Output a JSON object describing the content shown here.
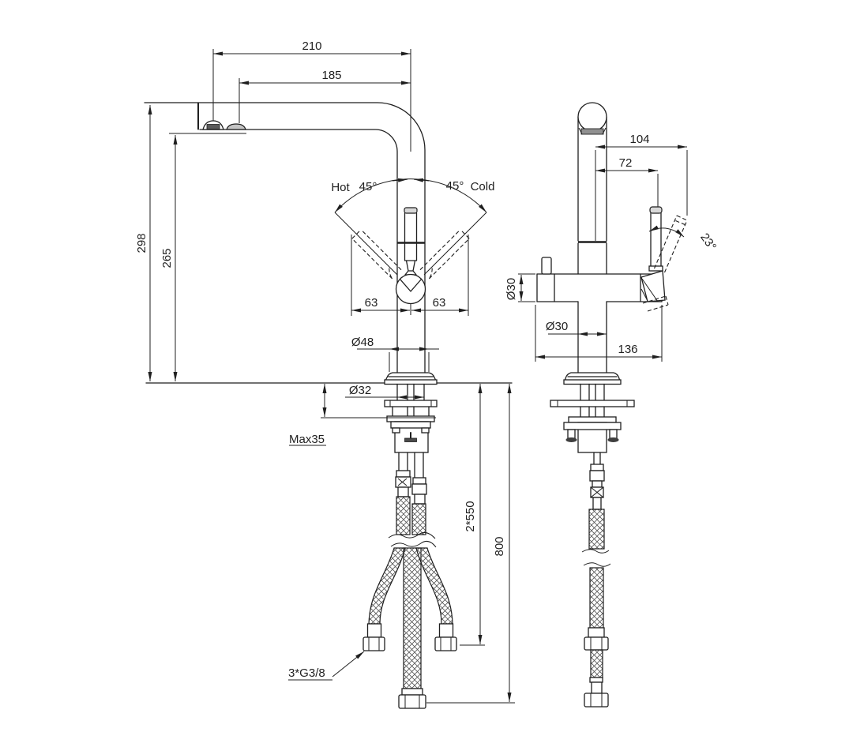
{
  "drawing_type": "faucet-dimension-drawing",
  "front_view": {
    "dim_spout_reach": "210",
    "dim_aerator_reach": "185",
    "dim_height_overall": "298",
    "dim_height_to_spout": "265",
    "label_hot": "Hot",
    "angle_hot": "45°",
    "angle_cold": "45°",
    "label_cold": "Cold",
    "dim_handle_swing_left": "63",
    "dim_handle_swing_right": "63",
    "dim_base_diameter": "Ø48",
    "dim_shank_diameter": "Ø32",
    "dim_counter_thickness": "Max35",
    "dim_hose_pair_length": "2*550",
    "dim_hose_overall_length": "800",
    "label_hose_thread": "3*G3/8"
  },
  "side_view": {
    "dim_handle_tilted_offset": "104",
    "dim_handle_offset": "72",
    "angle_handle_tilt": "23°",
    "dim_arm_diameter": "Ø30",
    "dim_column_diameter": "Ø30",
    "dim_body_width": "136"
  },
  "colors": {
    "line": "#1f1f1f",
    "background": "#ffffff",
    "shade_dark": "#4a4a4a",
    "shade_mid": "#909090",
    "shade_light": "#c4c4c4"
  }
}
